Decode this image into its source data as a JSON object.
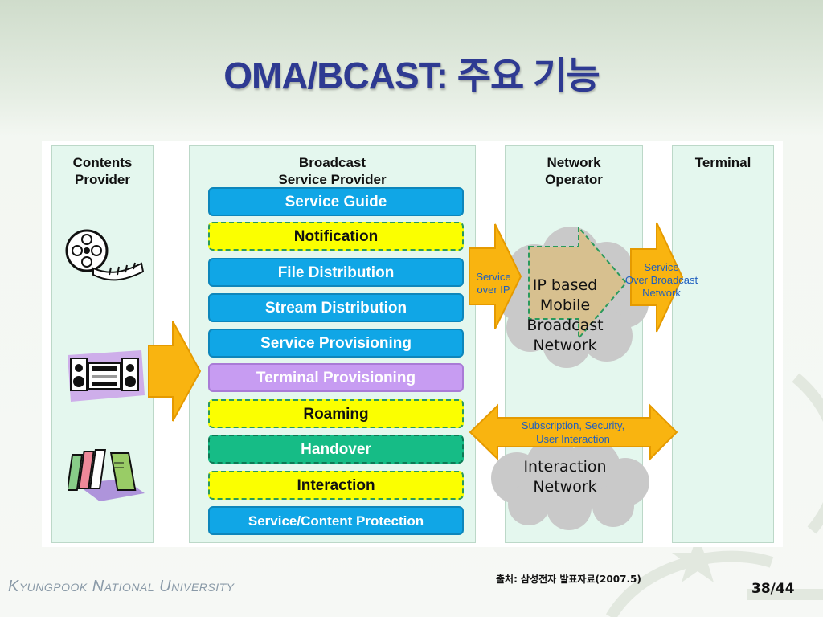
{
  "slide": {
    "title": "OMA/BCAST: 주요 기능",
    "footer_university": "Kyungpook National University",
    "source": "출처: 삼성전자 발표자료(2007.5)",
    "page": "38/44"
  },
  "columns": {
    "contents_provider": "Contents\nProvider",
    "broadcast_service_provider": "Broadcast\nService Provider",
    "network_operator": "Network\nOperator",
    "terminal": "Terminal"
  },
  "functions": [
    {
      "label": "Service Guide",
      "style": "blue"
    },
    {
      "label": "Notification",
      "style": "yellow"
    },
    {
      "label": "File Distribution",
      "style": "blue"
    },
    {
      "label": "Stream Distribution",
      "style": "blue"
    },
    {
      "label": "Service Provisioning",
      "style": "blue"
    },
    {
      "label": "Terminal Provisioning",
      "style": "lav"
    },
    {
      "label": "Roaming",
      "style": "yellow"
    },
    {
      "label": "Handover",
      "style": "green"
    },
    {
      "label": "Interaction",
      "style": "yellow"
    },
    {
      "label": "Service/Content Protection",
      "style": "blue"
    }
  ],
  "arrows": {
    "service_over_ip": "Service\nover IP",
    "service_over_broadcast": "Service\nOver Broadcast\nNetwork",
    "subscription": "Subscription, Security,\nUser Interaction"
  },
  "clouds": {
    "broadcast_network": "IP based\nMobile\nBroadcast\nNetwork",
    "interaction_network": "Interaction\nNetwork"
  },
  "colors": {
    "title": "#2e3a92",
    "arrow_fill": "#f9b410",
    "cloud_fill": "#c9c9c9",
    "column_fill": "#e4f7ee"
  },
  "icons": [
    "film-reel-icon",
    "stereo-icon",
    "books-icon"
  ]
}
